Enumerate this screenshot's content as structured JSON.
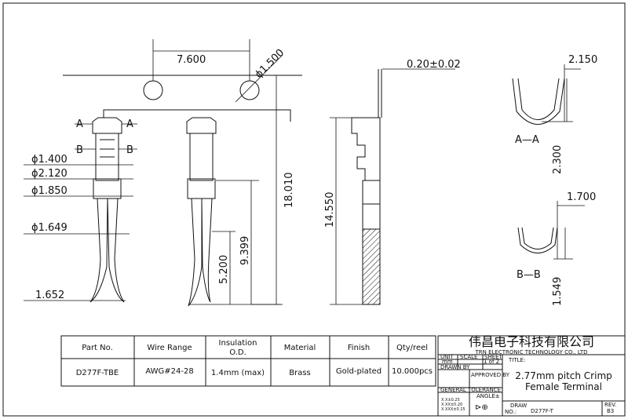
{
  "dimensions": {
    "pitch": "7.600",
    "hole_dia": "ϕ1.500",
    "section_a_left": "A",
    "section_a_right": "A",
    "section_b_left": "B",
    "section_b_right": "B",
    "d1": "ϕ1.400",
    "d2": "ϕ2.120",
    "d3": "ϕ1.850",
    "d4": "ϕ1.649",
    "tip_width": "1.652",
    "total_length": "18.010",
    "len_9399": "9.399",
    "len_5200": "5.200",
    "thickness": "0.20±0.02",
    "len_14550": "14.550",
    "aa_width": "2.150",
    "aa_height": "2.300",
    "aa_label": "A—A",
    "bb_width": "1.700",
    "bb_height": "1.549",
    "bb_label": "B—B"
  },
  "spec_table": {
    "headers": [
      "Part No.",
      "Wire Range",
      "Insulation O.D.",
      "Material",
      "Finish",
      "Qty/reel"
    ],
    "header_insulation_line1": "Insulation",
    "header_insulation_line2": "O.D.",
    "row": [
      "D277F-TBE",
      "AWG#24-28",
      "1.4mm (max)",
      "Brass",
      "Gold-plated",
      "10.000pcs"
    ]
  },
  "title_block": {
    "company_cn": "伟昌电子科技有限公司",
    "company_en": "TRN ELECTRONIC TECHNOLOGY CO., LTD",
    "unit_label": "UNIT",
    "unit_value": "mm",
    "scale_label": "SCALE",
    "sheet_label": "SHEET",
    "sheet_value": "1 of 2",
    "title_label": "TITLE:",
    "title_line1": "2.77mm pitch Crimp",
    "title_line2": "Female Terminal",
    "drawn_by": "DRAWN BY",
    "approved_by": "APPROVED BY",
    "general_tolerance": "GENERAL TOLERANCE",
    "angle": "ANGLE±",
    "tol1": "X.X±0.25",
    "tol2": "X.XX±0.20",
    "tol3": "X.XXX±0.15",
    "draw_no_label1": "DRAW",
    "draw_no_label2": "NO.:",
    "draw_no": "D277F-T",
    "rev_label": "REV.",
    "rev_value": "B3"
  }
}
